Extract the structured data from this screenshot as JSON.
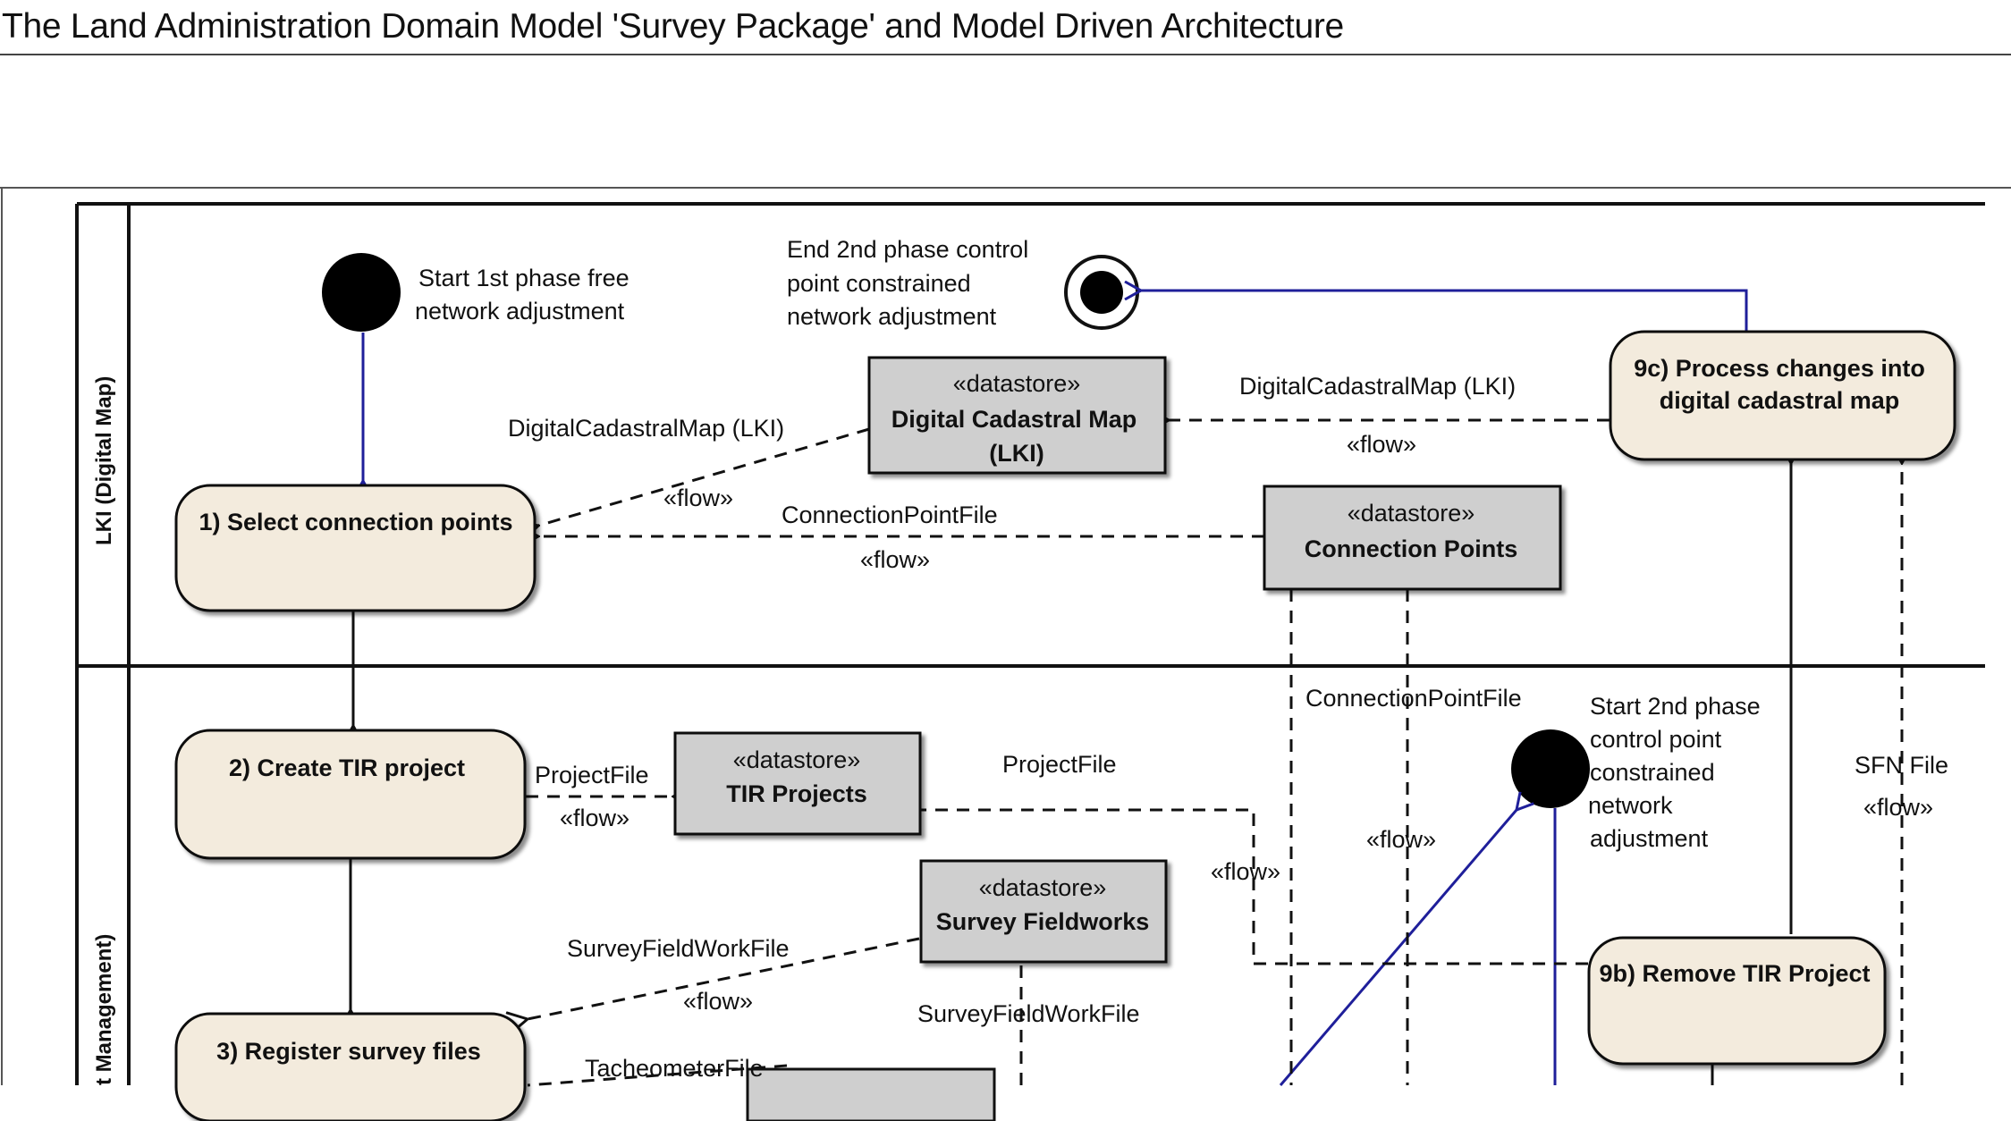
{
  "page": {
    "title": "The Land Administration Domain Model 'Survey Package' and Model Driven Architecture"
  },
  "colors": {
    "action_fill": "#f3ebdd",
    "datastore_fill": "#cfcfcf",
    "control_flow": "#1f1f9a",
    "object_flow": "#111111"
  },
  "lanes": {
    "top": "LKI (Digital Map)",
    "bottom": "t Management)"
  },
  "nodes": {
    "start1_label": [
      "Start 1st phase free",
      "network adjustment"
    ],
    "end2_label": [
      "End 2nd phase control",
      "point constrained",
      "network adjustment"
    ],
    "start2_label": [
      "Start 2nd phase",
      "control point",
      "constrained",
      "network",
      "adjustment"
    ],
    "action1": "1) Select connection points",
    "action2": "2) Create TIR project",
    "action3": "3) Register survey files",
    "action9b": "9b) Remove TIR Project",
    "action9c": [
      "9c) Process changes into",
      "digital cadastral map"
    ]
  },
  "datastores": {
    "stereotype": "«datastore»",
    "dcm": [
      "Digital Cadastral Map",
      "(LKI)"
    ],
    "cp": "Connection Points",
    "tir": "TIR Projects",
    "sfw": "Survey Fieldworks"
  },
  "flows": {
    "flow": "«flow»",
    "dcm_to_a1": "DigitalCadastralMap (LKI)",
    "a9c_to_dcm": "DigitalCadastralMap (LKI)",
    "cp_to_a1": "ConnectionPointFile",
    "cp_down": "ConnectionPointFile",
    "a2_to_tir": "ProjectFile",
    "to_tir": "ProjectFile",
    "sfw_to_a3": "SurveyFieldWorkFile",
    "sfw_down": "SurveyFieldWorkFile",
    "tacheo": "TacheometerFile",
    "sfn": "SFN File"
  }
}
